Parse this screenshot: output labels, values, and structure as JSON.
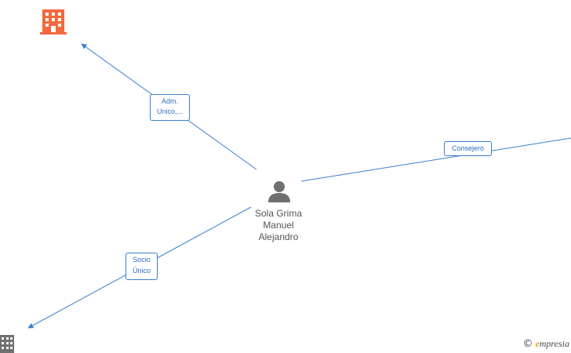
{
  "person": {
    "name_line1": "Sola Grima",
    "name_line2": "Manuel",
    "name_line3": "Alejandro",
    "icon": "person-icon"
  },
  "companies": [
    {
      "icon": "building-icon",
      "color": "#f26a3d"
    },
    {
      "icon": "building-icon",
      "color": "#707070"
    }
  ],
  "relations": [
    {
      "label_line1": "Adm.",
      "label_line2": "Unico,..."
    },
    {
      "label_line1": "Consejero"
    },
    {
      "label_line1": "Socio",
      "label_line2": "Único"
    }
  ],
  "colors": {
    "edge": "#3a7fcf",
    "person": "#707070"
  },
  "footer": {
    "copyright_symbol": "©",
    "brand_initial": "e",
    "brand_rest": "mpresia"
  }
}
